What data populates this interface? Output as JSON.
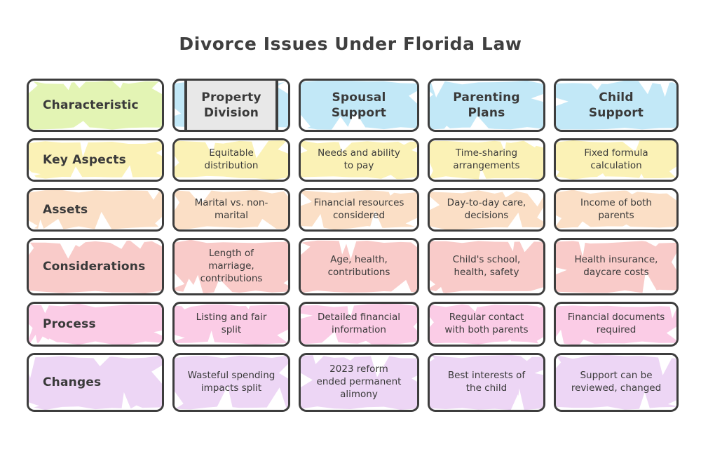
{
  "title": "Divorce Issues Under Florida Law",
  "colors": {
    "outline": "#3d3d3d",
    "text": "#3a3a3a",
    "background": "#ffffff",
    "header_label": "#e3f4b4",
    "header_column": "#c2e8f7",
    "row_key_aspects": "#fbf2b6",
    "row_assets": "#fbdfc6",
    "row_considerations": "#f9cbc9",
    "row_process": "#fbcce6",
    "row_changes": "#edd6f5",
    "selected_cell": "#e8e8e8"
  },
  "table": {
    "columns": [
      {
        "key": "characteristic",
        "label": "Characteristic",
        "selected": false
      },
      {
        "key": "property",
        "label": "Property\nDivision",
        "selected": true
      },
      {
        "key": "spousal",
        "label": "Spousal\nSupport",
        "selected": false
      },
      {
        "key": "parenting",
        "label": "Parenting\nPlans",
        "selected": false
      },
      {
        "key": "child",
        "label": "Child\nSupport",
        "selected": false
      }
    ],
    "rows": [
      {
        "key": "key_aspects",
        "label": "Key Aspects",
        "cells": [
          "Equitable\ndistribution",
          "Needs and ability\nto pay",
          "Time-sharing\narrangements",
          "Fixed formula\ncalculation"
        ]
      },
      {
        "key": "assets",
        "label": "Assets",
        "cells": [
          "Marital vs. non-\nmarital",
          "Financial resources\nconsidered",
          "Day-to-day care,\ndecisions",
          "Income of both\nparents"
        ]
      },
      {
        "key": "considerations",
        "label": "Considerations",
        "cells": [
          "Length of\nmarriage,\ncontributions",
          "Age, health,\ncontributions",
          "Child's school,\nhealth, safety",
          "Health insurance,\ndaycare costs"
        ]
      },
      {
        "key": "process",
        "label": "Process",
        "cells": [
          "Listing and fair\nsplit",
          "Detailed financial\ninformation",
          "Regular contact\nwith both parents",
          "Financial documents\nrequired"
        ]
      },
      {
        "key": "changes",
        "label": "Changes",
        "cells": [
          "Wasteful spending\nimpacts split",
          "2023 reform\nended permanent\nalimony",
          "Best interests of\nthe child",
          "Support can be\nreviewed, changed"
        ]
      }
    ]
  }
}
